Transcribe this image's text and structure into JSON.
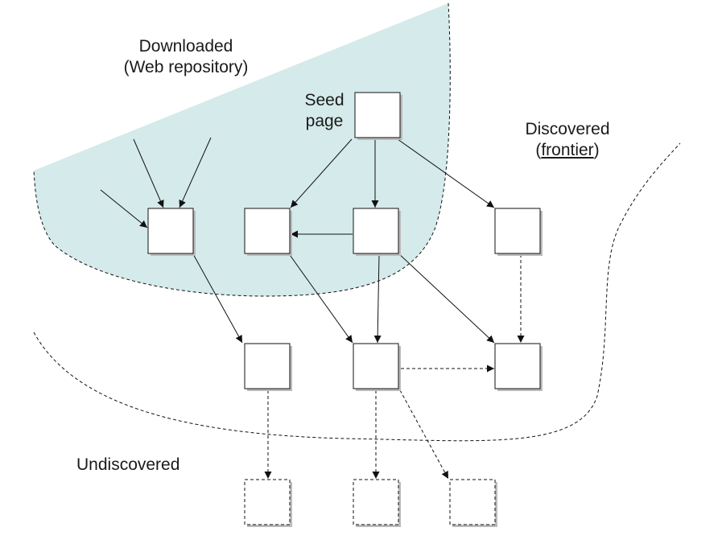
{
  "labels": {
    "downloaded_line1": "Downloaded",
    "downloaded_line2": "(Web repository)",
    "seed_line1": "Seed",
    "seed_line2": "page",
    "discovered_text": "Discovered",
    "discovered_paren_open": "(",
    "discovered_frontier": "frontier",
    "discovered_paren_close": ")",
    "undiscovered": "Undiscovered"
  },
  "colors": {
    "downloaded_region_fill": "#d5eaea",
    "stroke": "#111111",
    "node_fill": "#ffffff",
    "node_shadow": "#bbbbbb"
  },
  "nodes": [
    {
      "id": "seed",
      "state": "downloaded"
    },
    {
      "id": "repo-a",
      "state": "downloaded"
    },
    {
      "id": "repo-b",
      "state": "downloaded"
    },
    {
      "id": "repo-c",
      "state": "downloaded"
    },
    {
      "id": "frontier-1",
      "state": "frontier"
    },
    {
      "id": "frontier-2",
      "state": "frontier"
    },
    {
      "id": "frontier-3",
      "state": "frontier"
    },
    {
      "id": "frontier-4",
      "state": "frontier"
    },
    {
      "id": "undisc-1",
      "state": "undiscovered"
    },
    {
      "id": "undisc-2",
      "state": "undiscovered"
    },
    {
      "id": "undisc-3",
      "state": "undiscovered"
    }
  ],
  "edges": [
    {
      "from": "seed",
      "to": "repo-b",
      "style": "solid"
    },
    {
      "from": "seed",
      "to": "repo-c",
      "style": "solid"
    },
    {
      "from": "seed",
      "to": "frontier-1",
      "style": "solid"
    },
    {
      "from": "repo-c",
      "to": "repo-b",
      "style": "solid"
    },
    {
      "from": "repo-c",
      "to": "frontier-3",
      "style": "solid"
    },
    {
      "from": "repo-c",
      "to": "frontier-4",
      "style": "solid"
    },
    {
      "from": "repo-a",
      "to": "frontier-2",
      "style": "solid"
    },
    {
      "from": "repo-b",
      "to": "frontier-3",
      "style": "solid"
    },
    {
      "from": "frontier-1",
      "to": "frontier-4",
      "style": "dashed"
    },
    {
      "from": "frontier-3",
      "to": "frontier-4",
      "style": "dashed"
    },
    {
      "from": "frontier-2",
      "to": "undisc-1",
      "style": "dashed"
    },
    {
      "from": "frontier-3",
      "to": "undisc-2",
      "style": "dashed"
    },
    {
      "from": "frontier-3",
      "to": "undisc-3",
      "style": "dashed"
    }
  ],
  "incoming_links": [
    {
      "to": "repo-a",
      "count": 3,
      "style": "solid"
    }
  ]
}
